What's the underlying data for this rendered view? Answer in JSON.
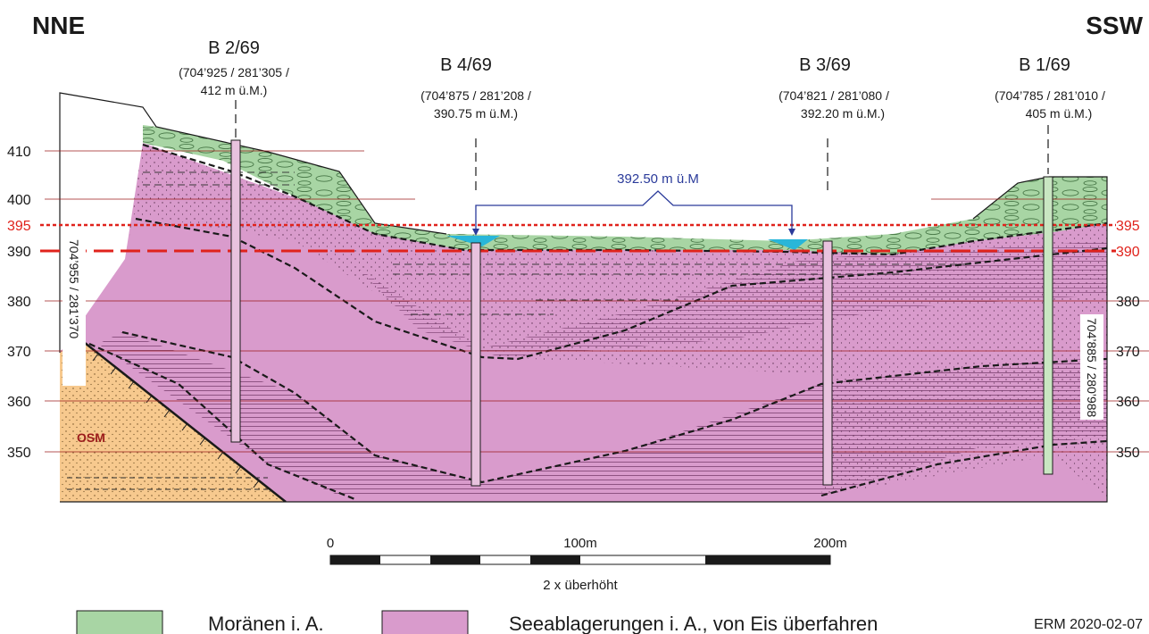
{
  "orientation": {
    "left": "NNE",
    "right": "SSW"
  },
  "boreholes": [
    {
      "name": "B 2/69",
      "coords_line1": "(704’925 / 281’305 /",
      "coords_line2": "412 m ü.M.)"
    },
    {
      "name": "B 4/69",
      "coords_line1": "(704’875 / 281’208 /",
      "coords_line2": "390.75 m ü.M.)"
    },
    {
      "name": "B 3/69",
      "coords_line1": "(704’821 / 281’080 /",
      "coords_line2": "392.20 m ü.M.)"
    },
    {
      "name": "B 1/69",
      "coords_line1": "(704’785 / 281’010 /",
      "coords_line2": "405 m ü.M.)"
    }
  ],
  "elevation_axis": {
    "left_ticks": [
      "410",
      "400",
      "395",
      "390",
      "380",
      "370",
      "360",
      "350"
    ],
    "right_ticks": [
      "395",
      "390",
      "380",
      "370",
      "360",
      "350"
    ]
  },
  "side_labels": {
    "left": "704’955 / 281’370",
    "right": "704’885 / 280’988"
  },
  "water_level": "392.50 m ü.M",
  "unit_osm": "OSM",
  "scale_bar": {
    "labels": [
      "0",
      "100m",
      "200m"
    ],
    "note": "2 x überhöht"
  },
  "legend": [
    {
      "label": "Moränen i. A.",
      "color": "#a8d5a4"
    },
    {
      "label": "Seeablagerungen i. A., von Eis überfahren",
      "color": "#d99bcc"
    }
  ],
  "credit": "ERM 2020-02-07",
  "colors": {
    "moraine": "#a8d5a4",
    "lake": "#d99bcc",
    "osm": "#f7c98e",
    "water": "#29b6d9",
    "guide_red": "#e0231c"
  }
}
